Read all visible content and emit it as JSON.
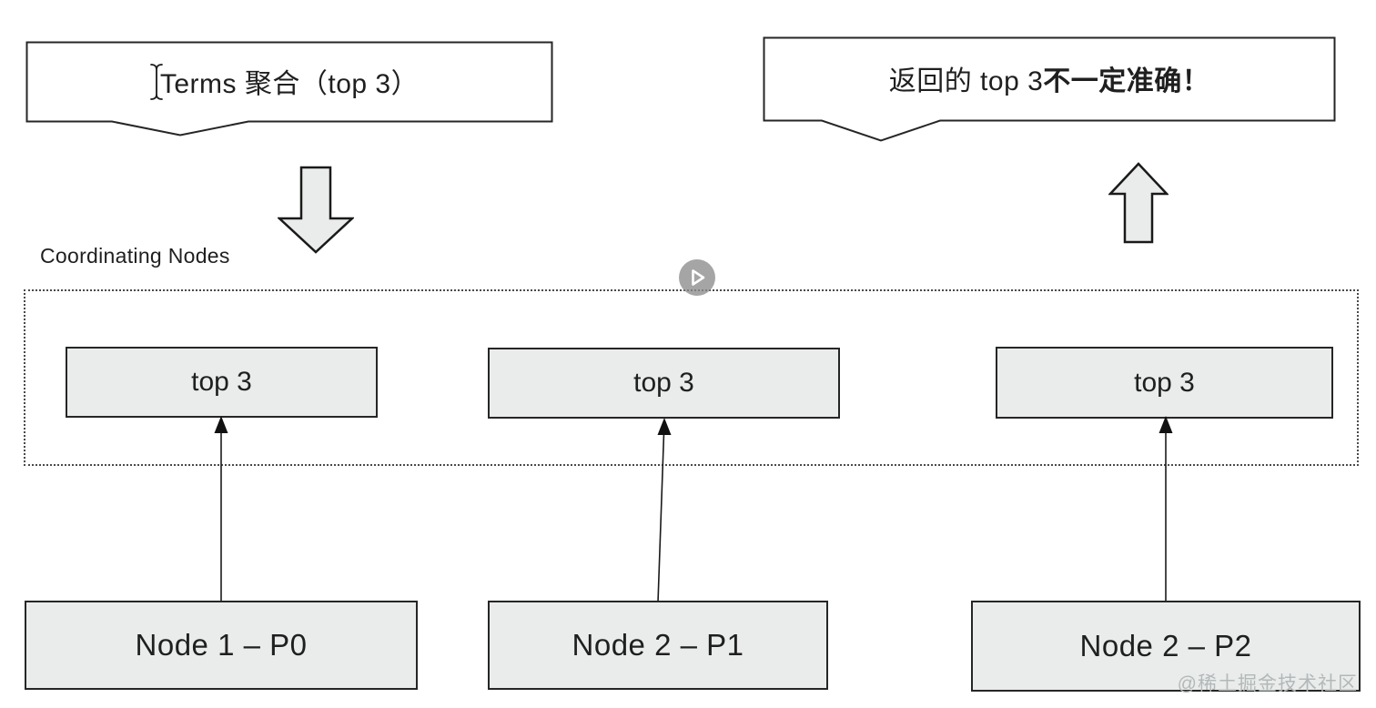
{
  "callouts": {
    "terms": {
      "text": "Terms 聚合（top 3）"
    },
    "result": {
      "prefix": "返回的 top 3 ",
      "emphasis": "不一定准确！"
    }
  },
  "coordinating": {
    "label": "Coordinating Nodes"
  },
  "shards": [
    {
      "label": "top 3"
    },
    {
      "label": "top 3"
    },
    {
      "label": "top 3"
    }
  ],
  "nodes": [
    {
      "label": "Node 1 – P0"
    },
    {
      "label": "Node 2 – P1"
    },
    {
      "label": "Node 2 – P2"
    }
  ],
  "watermark": {
    "text": "@稀土掘金技术社区"
  },
  "icons": {
    "down_arrow": "block-arrow-down-icon",
    "up_arrow": "block-arrow-up-icon",
    "play": "play-icon",
    "text_cursor": "text-cursor-icon"
  },
  "colors": {
    "background": "#ffffff",
    "box_fill": "#e9eceb",
    "box_border": "#262626",
    "dotted_border": "#4a4a4a",
    "text": "#1f1f1f",
    "watermark": "#b3b8b8",
    "play_circle": "#8c8c8c"
  }
}
